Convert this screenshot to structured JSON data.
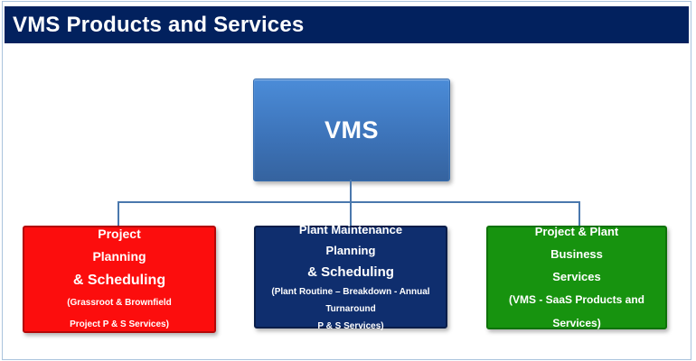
{
  "header": {
    "title": "VMS Products and Services"
  },
  "diagram": {
    "root": {
      "label": "VMS"
    },
    "children": [
      {
        "name": "project-planning-scheduling",
        "color": "#fc0d0d",
        "lines": [
          "Project",
          "Planning",
          "& Scheduling"
        ],
        "details": [
          "(Grassroot & Brownfield",
          "Project P & S Services)"
        ]
      },
      {
        "name": "plant-maintenance-planning-scheduling",
        "color": "#0f2e6e",
        "lines": [
          "Plant Maintenance",
          "Planning",
          "& Scheduling"
        ],
        "details": [
          "(Plant Routine – Breakdown - Annual Turnaround",
          "P & S Services)"
        ]
      },
      {
        "name": "project-plant-business-services",
        "color": "#17930f",
        "lines": [
          "Project & Plant",
          "Business",
          "Services"
        ],
        "details": [
          "(VMS - SaaS Products and Services)"
        ]
      }
    ]
  },
  "colors": {
    "header_bg": "#02215e",
    "root_box_top": "#4b8cd8",
    "root_box_bottom": "#35639f",
    "connector": "#4a78ad",
    "frame_border": "#aac3dd"
  }
}
